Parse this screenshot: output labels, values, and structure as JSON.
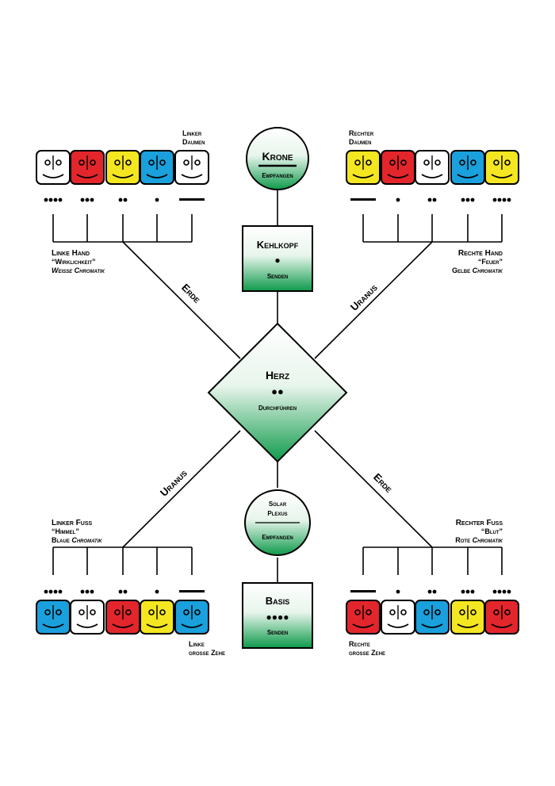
{
  "nodes": {
    "krone": {
      "title": "Krone",
      "sub": "Empfangen"
    },
    "kehlkopf": {
      "title": "Kehlkopf",
      "dots": "●",
      "sub": "Senden"
    },
    "herz": {
      "title": "Herz",
      "dots": "●●",
      "sub": "Durchführen"
    },
    "solar": {
      "line1": "Solar",
      "line2": "Plexus",
      "sub": "Empfangen"
    },
    "basis": {
      "title": "Basis",
      "dots": "●●●●",
      "sub": "Senden"
    }
  },
  "axes": {
    "upper_left": "Erde",
    "upper_right": "Uranus",
    "lower_left": "Uranus",
    "lower_right": "Erde"
  },
  "limbs": {
    "linke_hand": {
      "l1": "Linke Hand",
      "l2": "“Wirklichkeit”",
      "l3a": "Weisse ",
      "l3b": "Chromatik",
      "finger_l1": "Linker",
      "finger_l2": "Daumen"
    },
    "rechte_hand": {
      "l1": "Rechte Hand",
      "l2": "“Feuer”",
      "l3a": "Gelbe ",
      "l3b": "Chromatik",
      "finger_l1": "Rechter",
      "finger_l2": "Daumen"
    },
    "linker_fuss": {
      "l1": "Linker Fuß",
      "l2": "“Himmel”",
      "l3a": "Blaue ",
      "l3b": "Chromatik",
      "finger_l1": "Linke",
      "finger_l2": "große Zehe"
    },
    "rechter_fuss": {
      "l1": "Rechter Fuß",
      "l2": "“Blut”",
      "l3a": "Rote ",
      "l3b": "Chromatik",
      "finger_l1": "Rechte",
      "finger_l2": "große Zehe"
    }
  },
  "glyph_groups": {
    "top_left": {
      "colors": [
        "#ffffff",
        "#e3262b",
        "#f5e622",
        "#1aa0dc",
        "#ffffff"
      ],
      "counts": [
        4,
        3,
        2,
        1,
        5
      ],
      "icons": [
        "sleeping-face-glyph-icon",
        "red-pillars-glyph-icon",
        "yellow-profile-glyph-icon",
        "blue-mask-glyph-icon",
        "white-wind-glyph-icon"
      ]
    },
    "top_right": {
      "colors": [
        "#f5e622",
        "#e3262b",
        "#ffffff",
        "#1aa0dc",
        "#f5e622"
      ],
      "counts": [
        5,
        1,
        2,
        3,
        4
      ],
      "icons": [
        "yellow-face-glyph-icon",
        "red-mouth-glyph-icon",
        "white-tongue-face-glyph-icon",
        "blue-hills-glyph-icon",
        "yellow-seed-glyph-icon"
      ]
    },
    "bottom_left": {
      "colors": [
        "#1aa0dc",
        "#ffffff",
        "#e3262b",
        "#f5e622",
        "#1aa0dc"
      ],
      "counts": [
        4,
        3,
        2,
        1,
        5
      ],
      "icons": [
        "blue-eye-glyph-icon",
        "white-steps-glyph-icon",
        "red-question-glyph-icon",
        "yellow-question-glyph-icon",
        "blue-face-glyph-icon"
      ]
    },
    "bottom_right": {
      "colors": [
        "#e3262b",
        "#ffffff",
        "#1aa0dc",
        "#f5e622",
        "#e3262b"
      ],
      "counts": [
        5,
        1,
        2,
        3,
        4
      ],
      "icons": [
        "red-seeds-glyph-icon",
        "white-profile-glyph-icon",
        "blue-hand-glyph-icon",
        "yellow-star-glyph-icon",
        "red-moon-glyph-icon"
      ]
    }
  },
  "colors": {
    "green_dark": "#0e9a4a",
    "green_light": "#ffffff",
    "red": "#e3262b",
    "yellow": "#f5e622",
    "blue": "#1aa0dc"
  }
}
